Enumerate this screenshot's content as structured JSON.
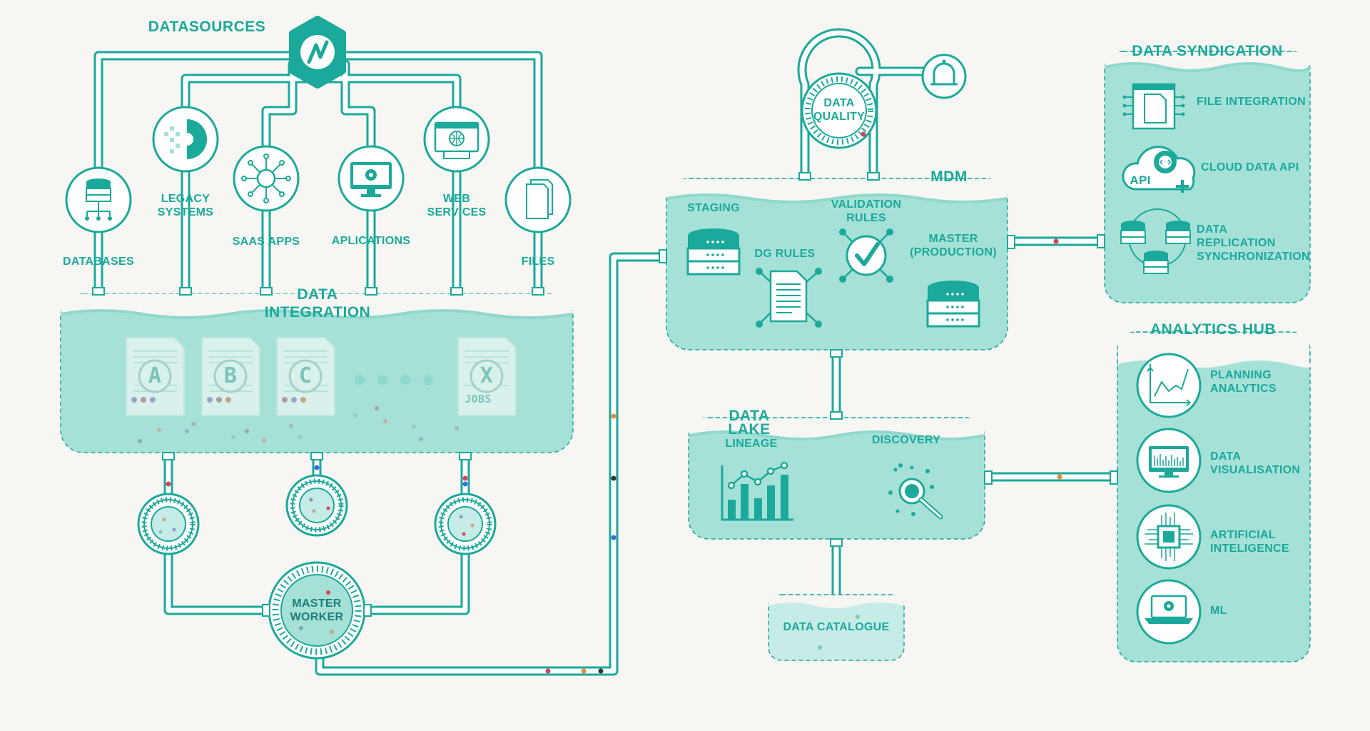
{
  "colors": {
    "teal": "#1aa99a",
    "teal_dark": "#17a293",
    "panel_fill": "#a6e1d8",
    "panel_light": "#c5ece6",
    "background": "#f7f6f3",
    "dot_red": "#d8435a",
    "dot_orange": "#e58a3b",
    "dot_blue": "#3b6fd8",
    "dot_dark": "#2f3336"
  },
  "datasources": {
    "title": "DATASOURCES",
    "hub_icon": "logo-icon",
    "sources": [
      {
        "label": "DATABASES",
        "icon": "database-icon"
      },
      {
        "label": "LEGACY\nSYSTEMS",
        "icon": "gear-icon"
      },
      {
        "label": "SAAS APPS",
        "icon": "network-hub-icon"
      },
      {
        "label": "APLICATIONS",
        "icon": "monitor-gear-icon"
      },
      {
        "label": "WEB\nSERVICES",
        "icon": "browser-globe-icon"
      },
      {
        "label": "FILES",
        "icon": "files-icon"
      }
    ]
  },
  "data_integration": {
    "title": "DATA\nINTEGRATION",
    "jobs": [
      {
        "letter": "A"
      },
      {
        "letter": "B"
      },
      {
        "letter": "C"
      },
      {
        "letter": "X",
        "caption": "JOBS"
      }
    ],
    "workers": {
      "master_label": "MASTER\nWORKER"
    }
  },
  "mdm": {
    "title": "MDM",
    "staging": "STAGING",
    "dg_rules": "DG RULES",
    "validation_rules": "VALIDATION\nRULES",
    "master": "MASTER\n(PRODUCTION)",
    "data_quality": "DATA\nQUALITY",
    "alert_icon": "bell-icon"
  },
  "data_lake": {
    "title": "DATA LAKE",
    "lineage": "LINEAGE",
    "discovery": "DISCOVERY"
  },
  "data_catalogue": {
    "label": "DATA CATALOGUE"
  },
  "data_syndication": {
    "title": "DATA SYNDICATION",
    "items": [
      {
        "label": "FILE INTEGRATION",
        "icon": "chip-file-icon"
      },
      {
        "label": "CLOUD DATA API",
        "icon": "cloud-api-icon",
        "badge": "API"
      },
      {
        "label": "DATA\nREPLICATION\nSYNCHRONIZATION",
        "icon": "replication-icon"
      }
    ]
  },
  "analytics_hub": {
    "title": "ANALYTICS HUB",
    "items": [
      {
        "label": "PLANNING\nANALYTICS",
        "icon": "line-chart-icon"
      },
      {
        "label": "DATA\nVISUALISATION",
        "icon": "monitor-chart-icon"
      },
      {
        "label": "ARTIFICIAL\nINTELIGENCE",
        "icon": "cpu-chip-icon"
      },
      {
        "label": "ML",
        "icon": "laptop-gear-icon"
      }
    ]
  }
}
